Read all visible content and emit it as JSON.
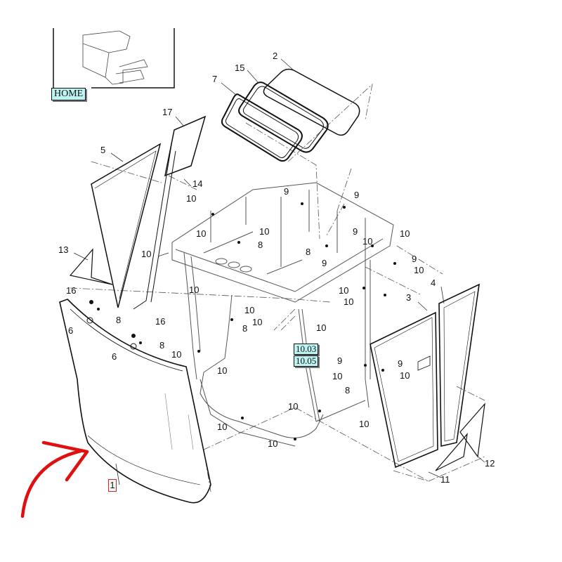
{
  "diagram": {
    "title": "Cab glass and seals exploded view",
    "home_button": "HOME",
    "reference_links": [
      "10.03",
      "10.05"
    ],
    "highlighted_item": "1",
    "callouts": [
      "2",
      "15",
      "7",
      "17",
      "5",
      "14",
      "10",
      "10",
      "10",
      "8",
      "9",
      "9",
      "9",
      "10",
      "8",
      "9",
      "10",
      "9",
      "10",
      "13",
      "10",
      "10",
      "16",
      "8",
      "6",
      "10",
      "8",
      "10",
      "16",
      "8",
      "6",
      "10",
      "10",
      "10",
      "10",
      "10",
      "3",
      "4",
      "9",
      "10",
      "8",
      "9",
      "10",
      "10",
      "10",
      "10",
      "10",
      "11",
      "12"
    ],
    "colors": {
      "line": "#111111",
      "dashed": "#555555",
      "highlight_arrow": "#e01010",
      "link_bg": "#bdf3f3"
    }
  }
}
